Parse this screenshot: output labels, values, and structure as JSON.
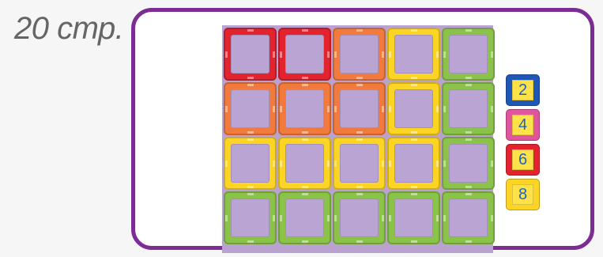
{
  "page_label": "20 стр.",
  "colors": {
    "frame": "#7b2d93",
    "red": "#e3232e",
    "orange": "#f27a3c",
    "yellow": "#fcd424",
    "green": "#8bc34a",
    "blue": "#1f57b6",
    "pink": "#e0559b",
    "inner_purple": "#b9a4d3",
    "number_blue": "#1e63c0"
  },
  "grid": {
    "rows": [
      [
        "red",
        "red",
        "orange",
        "yellow",
        "green"
      ],
      [
        "orange",
        "orange",
        "orange",
        "yellow",
        "green"
      ],
      [
        "yellow",
        "yellow",
        "yellow",
        "yellow",
        "green"
      ],
      [
        "green",
        "green",
        "green",
        "green",
        "green"
      ]
    ]
  },
  "legend": [
    {
      "number": "2",
      "color": "blue"
    },
    {
      "number": "4",
      "color": "pink"
    },
    {
      "number": "6",
      "color": "red"
    },
    {
      "number": "8",
      "color": "yellow"
    }
  ]
}
